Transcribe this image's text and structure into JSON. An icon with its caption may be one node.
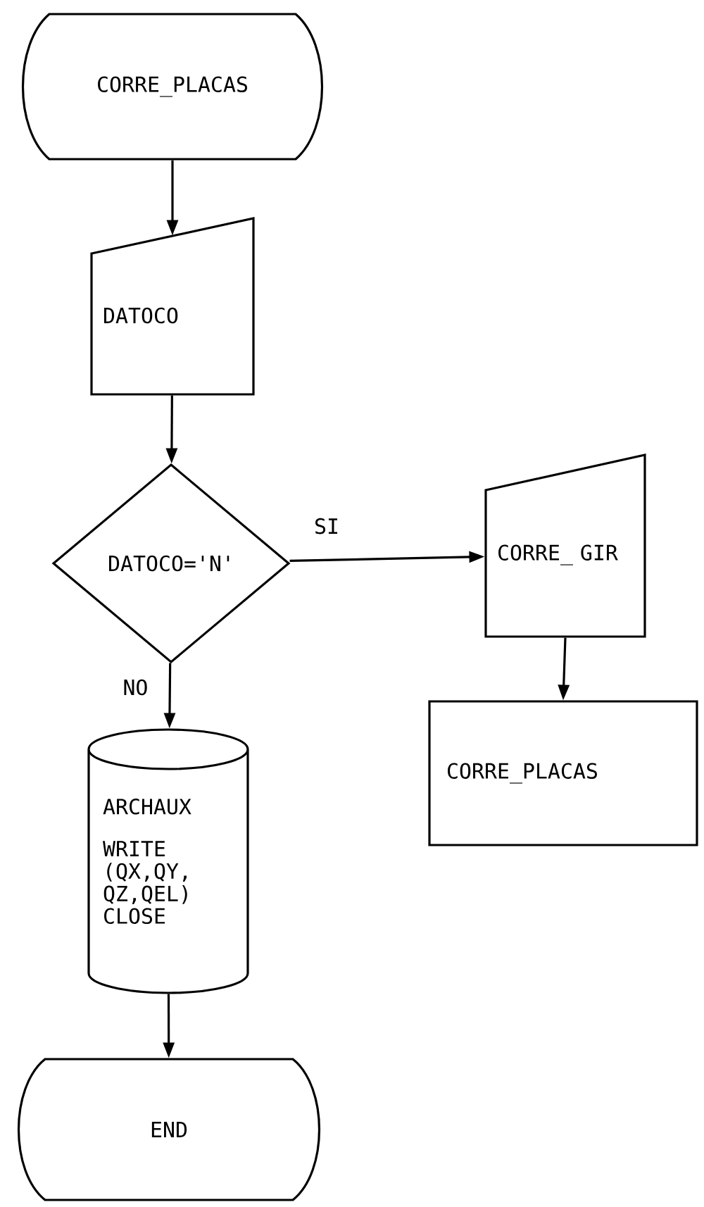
{
  "diagram": {
    "nodes": [
      {
        "text": [
          "CORRE_PLACAS"
        ]
      },
      {
        "text": [
          "DATOCO"
        ]
      },
      {
        "text": [
          "DATOCO='N'"
        ]
      },
      {
        "text": [
          "CORRE_ GIR"
        ]
      },
      {
        "text": [
          "CORRE_PLACAS"
        ]
      },
      {
        "text": [
          "ARCHAUX",
          "WRITE (QX,QY, QZ,QEL) CLOSE"
        ]
      },
      {
        "text": [
          "END"
        ]
      }
    ],
    "edges": [
      {
        "from": 0,
        "to": 1,
        "arrow": "to"
      },
      {
        "from": 1,
        "to": 2,
        "arrow": "to"
      },
      {
        "from": 2,
        "to": 3,
        "arrow": "to",
        "label": "SI"
      },
      {
        "from": 3,
        "to": 4,
        "arrow": "to"
      },
      {
        "from": 2,
        "to": 5,
        "arrow": "to",
        "label": "NO"
      },
      {
        "from": 5,
        "to": 6,
        "arrow": "to"
      }
    ]
  }
}
